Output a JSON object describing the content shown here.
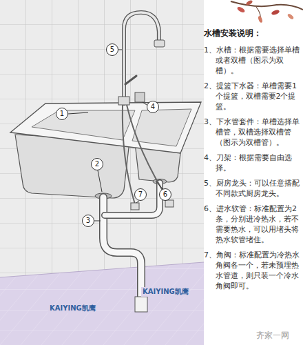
{
  "diagram": {
    "title": "水槽安装说明：",
    "labels": [
      "1、水槽：根据需要选择单槽或者双槽（图示为双槽）。",
      "2、提篮下水器：单槽需要1个提篮，双槽需要2个提篮。",
      "3、下水管套件：单槽选择单槽管，双槽选择双槽管（图示为双槽管）。",
      "4、刀架：根据需要自由选择。",
      "5、厨房龙头：可以任意搭配不同款式厨房龙头。",
      "6、进水软管：标准配置为2条，分别进冷热水，若不需要热水，可以用堵头将热水软管堵住。",
      "7、角阀：标准配置为冷热水角阀各一个，若未预埋热水管道，则只装一个冷水角阀即可。",
      "1",
      "2",
      "3",
      "4",
      "5",
      "6",
      "7",
      "KAIYING凯鹰",
      "KAIYING凯鹰",
      "齐家一网"
    ]
  }
}
